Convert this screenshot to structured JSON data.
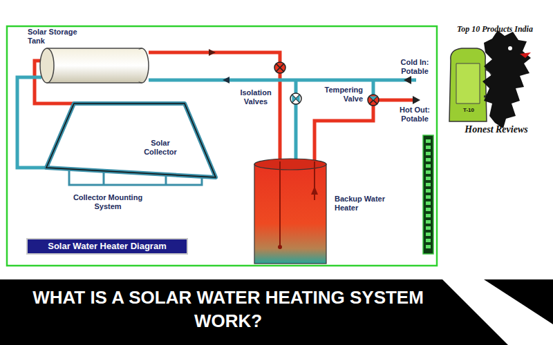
{
  "diagram": {
    "title": "WHAT IS A SOLAR WATER HEATING SYSTEM WORK?",
    "caption": "Solar Water Heater Diagram",
    "nodes": [
      {
        "text": [
          "Solar Storage Tank"
        ]
      },
      {
        "text": [
          "Solar Collector"
        ]
      },
      {
        "text": [
          "Backup Water Heater"
        ]
      }
    ],
    "edges": [
      {
        "from": 1,
        "to": 0,
        "arrow": "none"
      },
      {
        "from": 0,
        "to": 1,
        "arrow": "none"
      },
      {
        "from": 0,
        "to": 2,
        "arrow": "none"
      }
    ],
    "labels": [
      "Isolation Valves",
      "Tempering Valve",
      "Cold In: Potable",
      "Hot Out: Potable",
      "Collector Mounting System",
      "Top 10 Products India",
      "T-10",
      "Honest Reviews"
    ]
  }
}
